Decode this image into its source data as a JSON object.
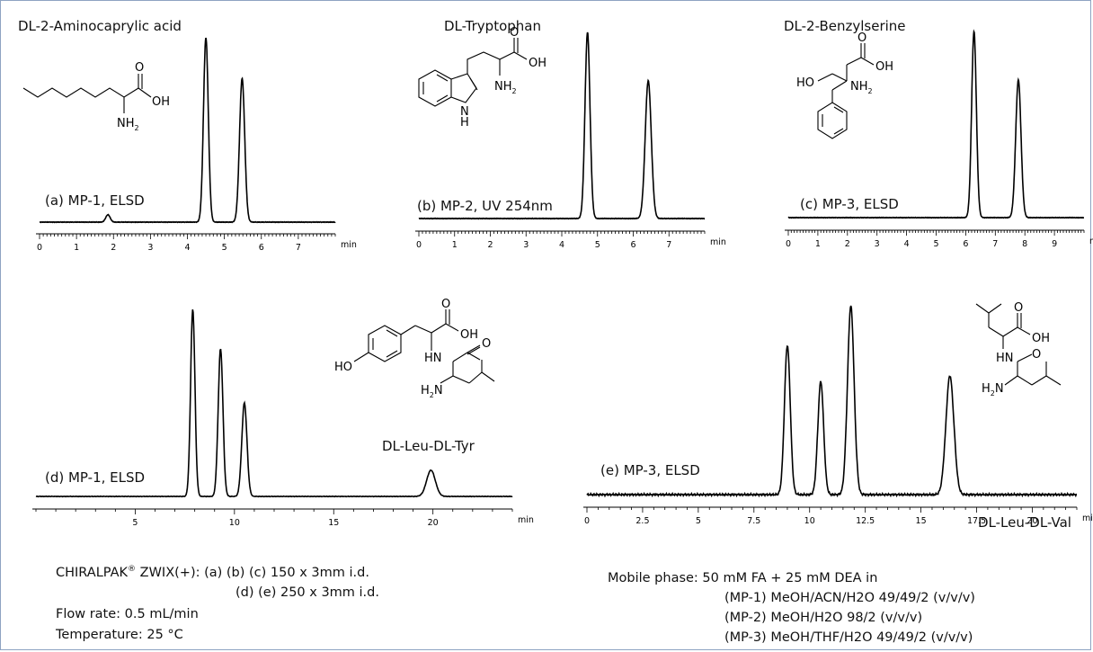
{
  "chart_data": [
    {
      "type": "line",
      "panel": "(a)",
      "title": "DL-2-Aminocaprylic acid",
      "label": "(a) MP-1, ELSD",
      "xlabel": "min",
      "xticks": [
        "0",
        "1",
        "2",
        "3",
        "4",
        "5",
        "6",
        "7"
      ],
      "xlim": [
        0,
        8
      ],
      "peaks": [
        {
          "t": 1.85,
          "h": 0.04,
          "w": 0.06
        },
        {
          "t": 4.5,
          "h": 1.0,
          "w": 0.065
        },
        {
          "t": 5.48,
          "h": 0.78,
          "w": 0.07
        }
      ]
    },
    {
      "type": "line",
      "panel": "(b)",
      "title": "DL-Tryptophan",
      "label": "(b) MP-2, UV 254nm",
      "xlabel": "min",
      "xticks": [
        "0",
        "1",
        "2",
        "3",
        "4",
        "5",
        "6",
        "7"
      ],
      "xlim": [
        0,
        8
      ],
      "peaks": [
        {
          "t": 4.72,
          "h": 1.0,
          "w": 0.07
        },
        {
          "t": 6.42,
          "h": 0.74,
          "w": 0.085
        }
      ]
    },
    {
      "type": "line",
      "panel": "(c)",
      "title": "DL-2-Benzylserine",
      "label": "(c) MP-3, ELSD",
      "xlabel": "min",
      "xticks": [
        "0",
        "1",
        "2",
        "3",
        "4",
        "5",
        "6",
        "7",
        "8",
        "9"
      ],
      "xlim": [
        0,
        10
      ],
      "peaks": [
        {
          "t": 6.28,
          "h": 1.0,
          "w": 0.08
        },
        {
          "t": 7.78,
          "h": 0.74,
          "w": 0.09
        }
      ]
    },
    {
      "type": "line",
      "panel": "(d)",
      "title": "DL-Leu-DL-Tyr",
      "label": "(d) MP-1, ELSD",
      "xlabel": "min",
      "xticks": [
        "5",
        "10",
        "15",
        "20"
      ],
      "xlim": [
        0,
        24
      ],
      "peaks": [
        {
          "t": 7.9,
          "h": 1.0,
          "w": 0.11
        },
        {
          "t": 9.3,
          "h": 0.79,
          "w": 0.12
        },
        {
          "t": 10.5,
          "h": 0.5,
          "w": 0.13
        },
        {
          "t": 19.9,
          "h": 0.14,
          "w": 0.22
        }
      ]
    },
    {
      "type": "line",
      "panel": "(e)",
      "title": "DL-Leu-DL-Val",
      "label": "(e) MP-3, ELSD",
      "xlabel": "min",
      "xticks": [
        "0",
        "2.5",
        "5",
        "7.5",
        "10",
        "12.5",
        "15",
        "17.5",
        "20"
      ],
      "xlim": [
        0,
        22
      ],
      "peaks": [
        {
          "t": 9.0,
          "h": 0.79,
          "w": 0.13
        },
        {
          "t": 10.5,
          "h": 0.6,
          "w": 0.13
        },
        {
          "t": 11.85,
          "h": 1.0,
          "w": 0.15
        },
        {
          "t": 16.3,
          "h": 0.63,
          "w": 0.18
        }
      ]
    }
  ],
  "structures": {
    "a_oh": "OH",
    "a_o": "O",
    "a_nh2": "NH",
    "b_o": "O",
    "b_oh": "OH",
    "b_nh2": "NH",
    "b_nh": "N",
    "b_h": "H",
    "c_o": "O",
    "c_oh": "OH",
    "c_ho": "HO",
    "c_nh2": "NH",
    "d_o": "O",
    "d_oh": "OH",
    "d_ho": "HO",
    "d_hn": "HN",
    "d_o2": "O",
    "d_h2n": "H",
    "e_o": "O",
    "e_oh": "OH",
    "e_hn": "HN",
    "e_o2": "O",
    "e_h2n": "H"
  },
  "notes": {
    "column_brand": "CHIRALPAK",
    "column_reg": "®",
    "column_rest": " ZWIX(+): (a) (b) (c) 150 x 3mm i.d.",
    "column_line2": "(d) (e) 250 x 3mm i.d.",
    "flow_rate": "Flow rate: 0.5 mL/min",
    "temperature": "Temperature: 25 °C",
    "mobile_phase": "Mobile phase: 50 mM FA + 25 mM DEA in",
    "mp1": "(MP-1) MeOH/ACN/H2O 49/49/2 (v/v/v)",
    "mp2": "(MP-2) MeOH/H2O 98/2 (v/v/v)",
    "mp3": "(MP-3) MeOH/THF/H2O 49/49/2 (v/v/v)"
  },
  "colors": {
    "trace": "#000000",
    "frame": "#8ea3c2"
  }
}
